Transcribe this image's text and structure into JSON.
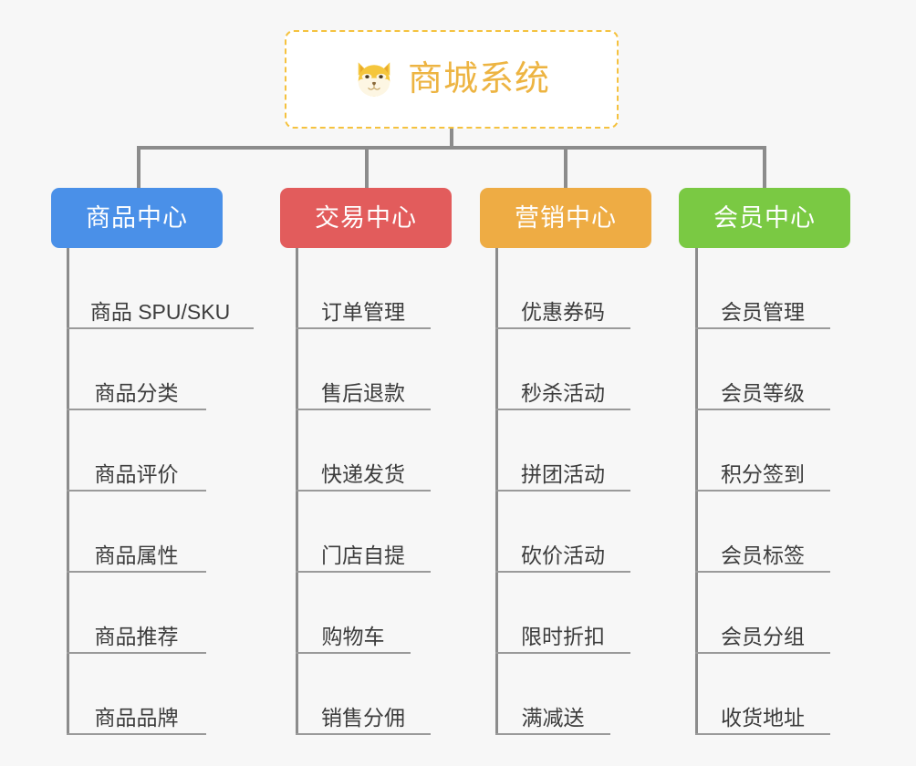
{
  "page": {
    "background_color": "#f7f7f7",
    "line_color": "#8c8c8c",
    "leaf_rule_color": "#9a9a9a"
  },
  "root": {
    "title": "商城系统",
    "icon": "shiba-dog-face-icon",
    "title_color": "#edb442",
    "border_color": "#f5c23f",
    "background_color": "#ffffff"
  },
  "categories": [
    {
      "label": "商品中心",
      "color": "#4a90e8",
      "items": [
        "商品 SPU/SKU",
        "商品分类",
        "商品评价",
        "商品属性",
        "商品推荐",
        "商品品牌"
      ]
    },
    {
      "label": "交易中心",
      "color": "#e25c5c",
      "items": [
        "订单管理",
        "售后退款",
        "快递发货",
        "门店自提",
        "购物车",
        "销售分佣"
      ]
    },
    {
      "label": "营销中心",
      "color": "#eeac44",
      "items": [
        "优惠券码",
        "秒杀活动",
        "拼团活动",
        "砍价活动",
        "限时折扣",
        "满减送"
      ]
    },
    {
      "label": "会员中心",
      "color": "#7ac943",
      "items": [
        "会员管理",
        "会员等级",
        "积分签到",
        "会员标签",
        "会员分组",
        "收货地址"
      ]
    }
  ]
}
